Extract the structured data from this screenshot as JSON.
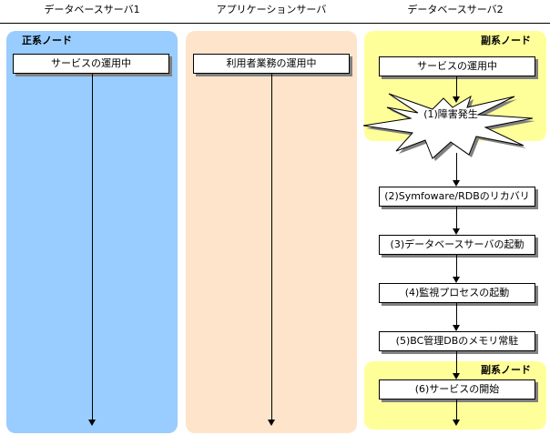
{
  "headers": {
    "db1": "データベースサーバ1",
    "app": "アプリケーションサーバ",
    "db2": "データベースサーバ2"
  },
  "colors": {
    "primary_panel": "#99ccff",
    "app_panel": "#ffe4cc",
    "secondary_panel": "#ffff99"
  },
  "db1": {
    "node_label": "正系ノード",
    "box": "サービスの運用中"
  },
  "app": {
    "box": "利用者業務の運用中"
  },
  "db2": {
    "node_label_top": "副系ノード",
    "box_running": "サービスの運用中",
    "failure": "(1)障害発生",
    "steps": [
      "(2)Symfoware/RDBのリカバリ",
      "(3)データベースサーバの起動",
      "(4)監視プロセスの起動",
      "(5)BC管理DBのメモリ常駐",
      "(6)サービスの開始"
    ],
    "node_label_bottom": "副系ノード"
  }
}
